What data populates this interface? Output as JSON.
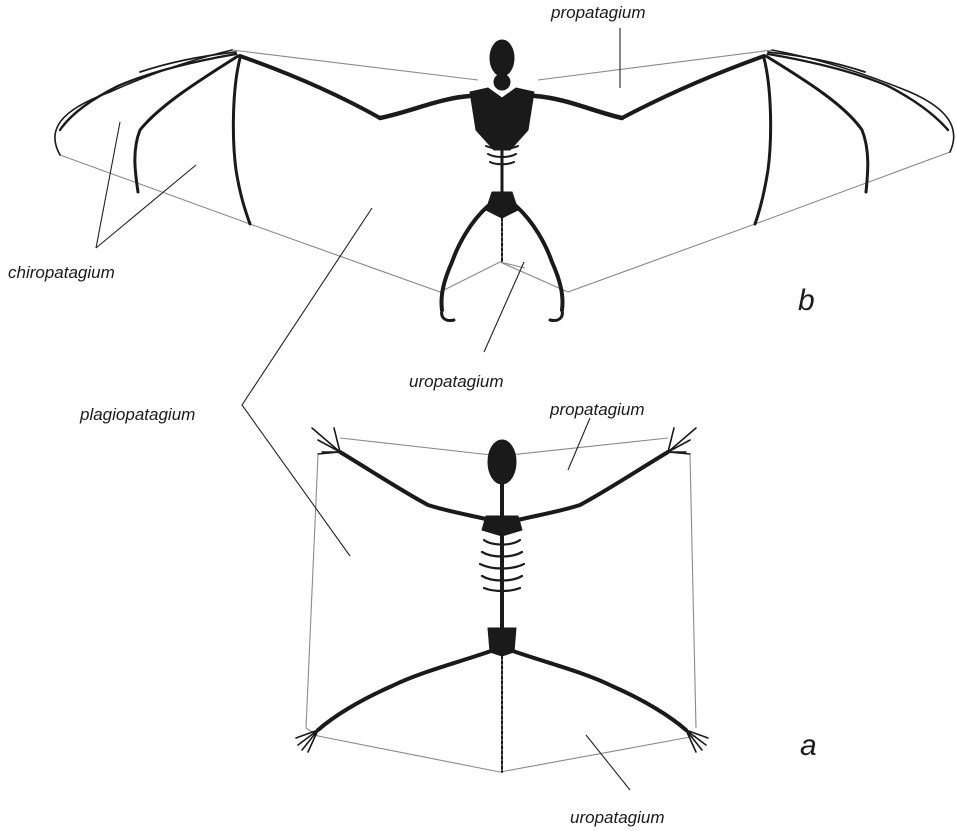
{
  "labels": {
    "propatagium_b": "propatagium",
    "chiropatagium": "chiropatagium",
    "uropatagium_b": "uropatagium",
    "plagiopatagium": "plagiopatagium",
    "propatagium_a": "propatagium",
    "uropatagium_a": "uropatagium"
  },
  "panels": {
    "b": "b",
    "a": "a"
  },
  "colors": {
    "skeleton": "#1a1a1a",
    "membrane_outline": "#8a8a8a",
    "leader_line": "#222222"
  }
}
